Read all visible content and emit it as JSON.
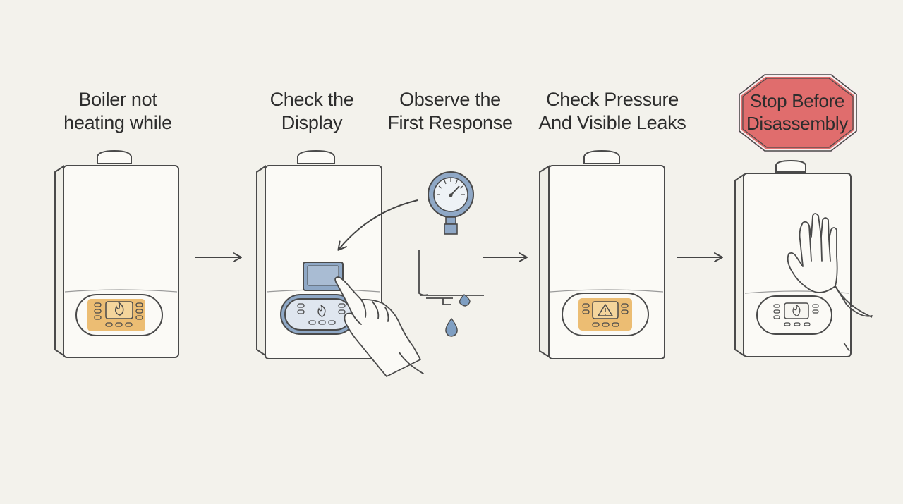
{
  "steps": [
    {
      "line1": "Boiler not",
      "line2": "heating while"
    },
    {
      "line1": "Check the",
      "line2": "Display"
    },
    {
      "line1": "Observe the",
      "line2": "First Response"
    },
    {
      "line1": "Check Pressure",
      "line2": "And Visible Leaks"
    },
    {
      "line1": "Stop Before",
      "line2": "Disassembly"
    }
  ],
  "colors": {
    "background": "#f3f2ec",
    "line": "#4a4a4a",
    "panel_highlight": "#e9b25c",
    "panel_blue": "#8fa8c6",
    "warning_sign": "#e06d6d",
    "water_drop": "#7f9fc2"
  },
  "icons": [
    "boiler-icon",
    "flame-icon",
    "pressure-gauge-icon",
    "water-drop-icon",
    "warning-icon",
    "pointing-hand-icon",
    "stop-hand-icon",
    "arrow-right-icon"
  ]
}
